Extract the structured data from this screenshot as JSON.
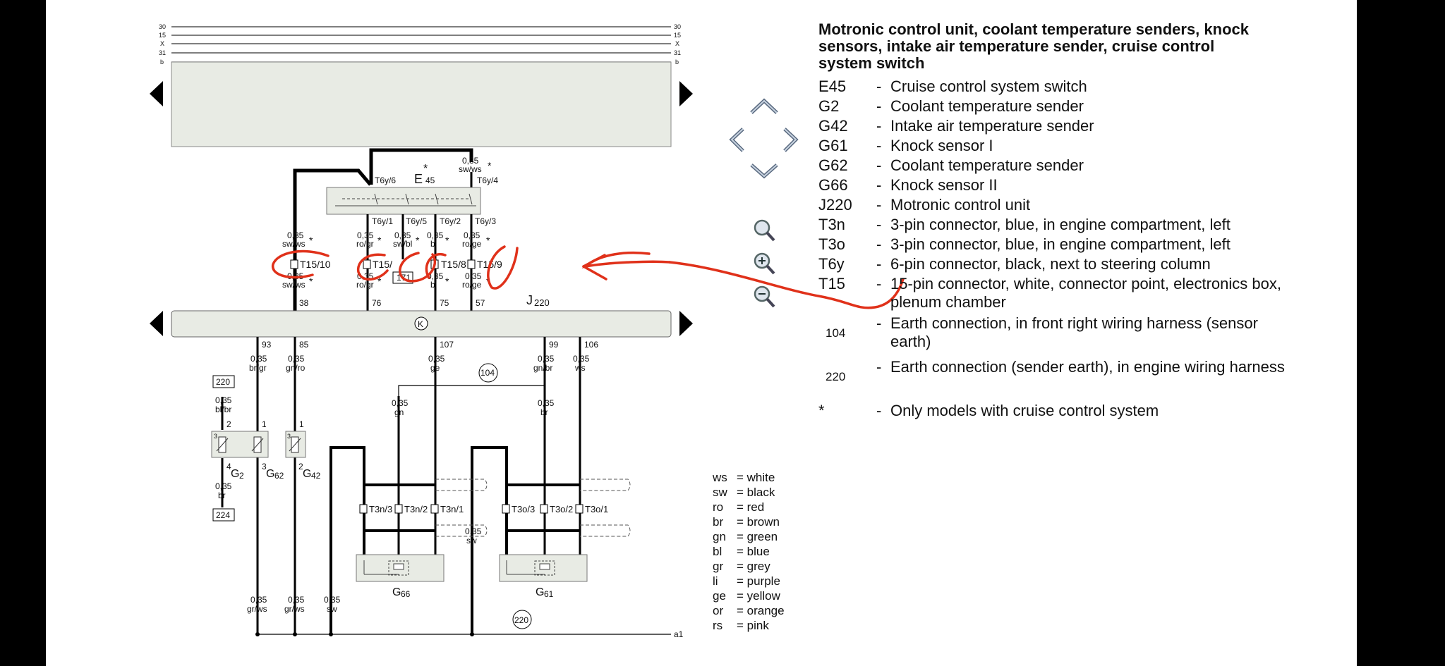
{
  "legend": {
    "title": "Motronic control unit, coolant temperature senders, knock sensors, intake air temperature sender, cruise control system switch",
    "items": [
      {
        "code": "E45",
        "dash": "-",
        "desc": "Cruise control system switch"
      },
      {
        "code": "G2",
        "dash": "-",
        "desc": "Coolant temperature sender"
      },
      {
        "code": "G42",
        "dash": "-",
        "desc": "Intake air temperature sender"
      },
      {
        "code": "G61",
        "dash": "-",
        "desc": "Knock sensor I"
      },
      {
        "code": "G62",
        "dash": "-",
        "desc": "Coolant temperature sender"
      },
      {
        "code": "G66",
        "dash": "-",
        "desc": "Knock sensor II"
      },
      {
        "code": "J220",
        "dash": "-",
        "desc": "Motronic control unit"
      },
      {
        "code": "T3n",
        "dash": "-",
        "desc": "3-pin connector, blue, in engine compartment, left"
      },
      {
        "code": "T3o",
        "dash": "-",
        "desc": "3-pin connector, blue, in engine compartment, left"
      },
      {
        "code": "T6y",
        "dash": "-",
        "desc": "6-pin connector, black, next to steering column"
      },
      {
        "code": "T15",
        "dash": "-",
        "desc": "15-pin connector, white, connector point, electronics box, plenum chamber"
      },
      {
        "code": "104",
        "dash": "-",
        "desc": "Earth connection, in front right wiring harness (sensor earth)"
      },
      {
        "code": "220",
        "dash": "-",
        "desc": "Earth connection (sender earth), in engine wiring harness"
      },
      {
        "code": "*",
        "dash": "-",
        "desc": "Only models with cruise control system"
      }
    ]
  },
  "wire_colors": [
    {
      "abbr": "ws",
      "name": "= white"
    },
    {
      "abbr": "sw",
      "name": "= black"
    },
    {
      "abbr": "ro",
      "name": "= red"
    },
    {
      "abbr": "br",
      "name": "= brown"
    },
    {
      "abbr": "gn",
      "name": "= green"
    },
    {
      "abbr": "bl",
      "name": "= blue"
    },
    {
      "abbr": "gr",
      "name": "= grey"
    },
    {
      "abbr": "li",
      "name": "= purple"
    },
    {
      "abbr": "ge",
      "name": "= yellow"
    },
    {
      "abbr": "or",
      "name": "= orange"
    },
    {
      "abbr": "rs",
      "name": "= pink"
    }
  ],
  "diagram": {
    "rail_labels": [
      "30",
      "15",
      "X",
      "31",
      "b"
    ],
    "e45": {
      "letter": "E",
      "star": "*",
      "num": "45"
    },
    "e45_top_wire": {
      "size": "0,35",
      "color": "sw/ws",
      "star": "*",
      "pin": "T6y/4"
    },
    "t6y_top_left": "T6y/6",
    "t6y_pins": [
      "T6y/1",
      "T6y/5",
      "T6y/2",
      "T6y/3"
    ],
    "upper_wires": [
      {
        "size": "0,35",
        "color": "sw/ws",
        "star": "*"
      },
      {
        "size": "0,35",
        "color": "ro/gr",
        "star": "*"
      },
      {
        "size": "0,35",
        "color": "sw/bl",
        "star": "*"
      },
      {
        "size": "0,35",
        "color": "bl",
        "star": "*"
      },
      {
        "size": "0,35",
        "color": "ro/ge",
        "star": "*"
      }
    ],
    "t15_pins": [
      "T15/10",
      "T15/",
      "T15/8",
      "T15/9"
    ],
    "box_171": "171",
    "lower_t15_wires": [
      {
        "size": "0,35",
        "color": "sw/ws",
        "star": "*",
        "pin": "38"
      },
      {
        "size": "0,35",
        "color": "ro/gr",
        "star": "*",
        "pin": "76"
      },
      {
        "size": "0,35",
        "color": "bl",
        "star": "*",
        "pin": "75"
      },
      {
        "size": "0,35",
        "color": "ro/ge",
        "star": "*",
        "pin": "57"
      }
    ],
    "j220": {
      "letter": "J",
      "num": "220",
      "symbol": "K"
    },
    "j220_lower_pins": [
      {
        "pin": "93",
        "size": "0,35",
        "color": "br/gr"
      },
      {
        "pin": "85",
        "size": "0,35",
        "color": "gn/ro"
      },
      {
        "pin": "107",
        "size": "0,35",
        "color": "ge"
      },
      {
        "pin": "99",
        "size": "0,35",
        "color": "gn/br"
      },
      {
        "pin": "106",
        "size": "0,35",
        "color": "ws"
      }
    ],
    "earth_104": "104",
    "earth_220_top": "220",
    "earth_224": "224",
    "g2_wire_top": {
      "size": "0,35",
      "color": "bl/br"
    },
    "g2_wire_bottom": {
      "size": "0,35",
      "color": "br"
    },
    "sensor_pin_labels": {
      "g62_2": "2",
      "g62_1": "1",
      "g42_1": "1",
      "g2_4": "4",
      "g62_3": "3",
      "g42_2": "2",
      "box3a": "3",
      "box3b": "3"
    },
    "g2": {
      "letter": "G",
      "num": "2"
    },
    "g62": {
      "letter": "G",
      "num": "62"
    },
    "g42": {
      "letter": "G",
      "num": "42"
    },
    "gn_wire": {
      "size": "0,35",
      "color": "gn"
    },
    "br_wire": {
      "size": "0,35",
      "color": "br"
    },
    "sw_mid_wire": {
      "size": "0,35",
      "color": "sw"
    },
    "t3n_pins": [
      "T3n/3",
      "T3n/2",
      "T3n/1"
    ],
    "t3o_pins": [
      "T3o/3",
      "T3o/2",
      "T3o/1"
    ],
    "g66": {
      "letter": "G",
      "num": "66"
    },
    "g61": {
      "letter": "G",
      "num": "61"
    },
    "bottom_wires": [
      {
        "size": "0,35",
        "color": "gr/ws"
      },
      {
        "size": "0,35",
        "color": "gr/ws"
      },
      {
        "size": "0,35",
        "color": "sw"
      }
    ],
    "earth_220_bottom": "220",
    "a1_label": "a1"
  }
}
